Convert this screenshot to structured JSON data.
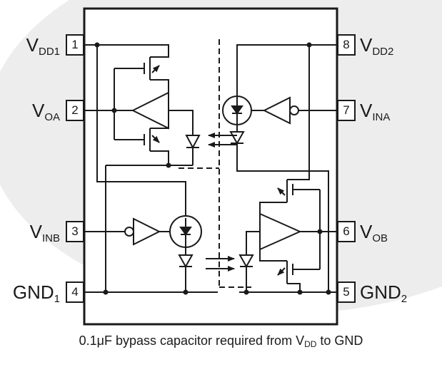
{
  "diagram": {
    "ic": {
      "pins_left": [
        {
          "number": "1",
          "name": "V",
          "sub": "DD1"
        },
        {
          "number": "2",
          "name": "V",
          "sub": "OA"
        },
        {
          "number": "3",
          "name": "V",
          "sub": "INB"
        },
        {
          "number": "4",
          "name": "GND",
          "sub": "1"
        }
      ],
      "pins_right": [
        {
          "number": "8",
          "name": "V",
          "sub": "DD2"
        },
        {
          "number": "7",
          "name": "V",
          "sub": "INA"
        },
        {
          "number": "6",
          "name": "V",
          "sub": "OB"
        },
        {
          "number": "5",
          "name": "GND",
          "sub": "2"
        }
      ]
    },
    "caption": {
      "prefix": "0.1μF bypass capacitor required from V",
      "sub": "DD",
      "suffix": " to GND"
    },
    "colors": {
      "line": "#1a1a1a",
      "swoosh": "#ededed",
      "background": "#ffffff"
    }
  }
}
